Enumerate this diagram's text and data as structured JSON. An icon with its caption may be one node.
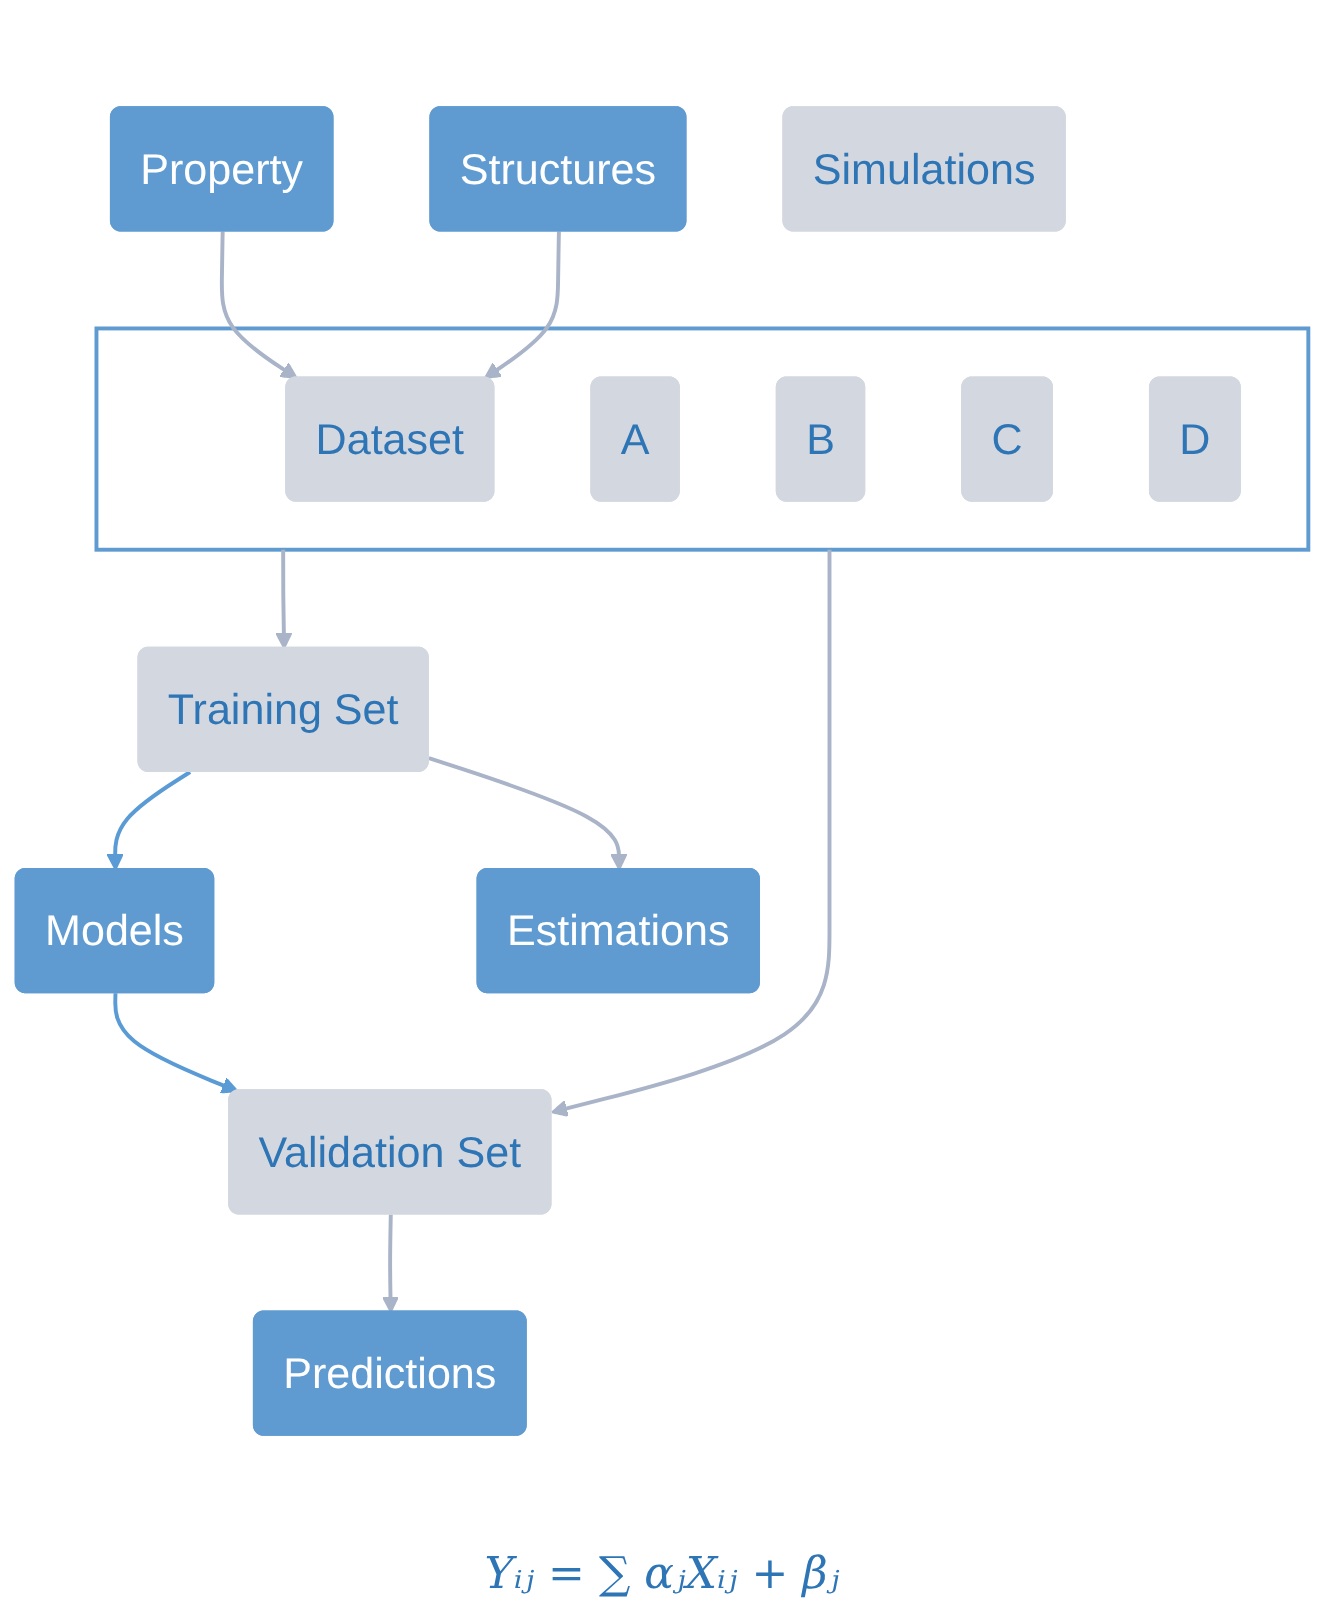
{
  "diagram": {
    "nodes": [
      {
        "text": [
          "Property"
        ]
      },
      {
        "text": [
          "Structures"
        ]
      },
      {
        "text": [],
        "shape": "box"
      },
      {
        "text": [
          "Dataset"
        ],
        "in": 2
      },
      {
        "text": [
          "A"
        ],
        "in": 2
      },
      {
        "text": [
          "B"
        ],
        "in": 2
      },
      {
        "text": [
          "C"
        ],
        "in": 2
      },
      {
        "text": [
          "D"
        ],
        "in": 2
      },
      {
        "text": [
          "Training Set"
        ]
      },
      {
        "text": [
          "Validation Set"
        ]
      },
      {
        "text": [
          "Models"
        ]
      },
      {
        "text": [
          "Simulations"
        ]
      },
      {
        "text": [
          "Estimations"
        ]
      },
      {
        "text": [
          "Predictions"
        ]
      }
    ],
    "edges": [
      {
        "from": 0,
        "to": 3,
        "arrow": "to"
      },
      {
        "from": 1,
        "to": 3,
        "arrow": "to"
      },
      {
        "from": 2,
        "to": 8,
        "arrow": "to"
      },
      {
        "from": 2,
        "to": 9,
        "arrow": "to"
      },
      {
        "from": 8,
        "to": 10,
        "arrow": "to",
        "color": "#5b9bd5"
      },
      {
        "from": 10,
        "to": 9,
        "arrow": "to",
        "color": "#5b9bd5"
      },
      {
        "from": 8,
        "to": 12,
        "arrow": "to"
      },
      {
        "from": 9,
        "to": 13,
        "arrow": "to"
      }
    ],
    "labels": [
      "Yᵢⱼ = ∑ αⱼXᵢⱼ + βⱼ"
    ]
  }
}
